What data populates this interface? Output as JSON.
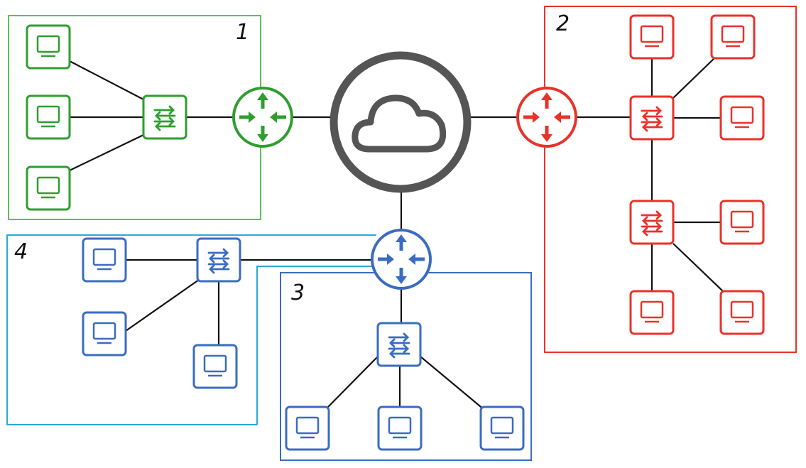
{
  "colors": {
    "zone1": "#2e9e2e",
    "zone1_frame": "#5cbf5c",
    "zone2": "#e8322a",
    "zone3": "#3a6cc0",
    "zone4_frame": "#29a9d8",
    "cloud": "#555555",
    "link": "#111111"
  },
  "zones": [
    {
      "id": "zone-1",
      "label": "1"
    },
    {
      "id": "zone-2",
      "label": "2"
    },
    {
      "id": "zone-3",
      "label": "3"
    },
    {
      "id": "zone-4",
      "label": "4"
    }
  ],
  "icons": {
    "cloud": "cloud-icon",
    "router": "router-icon",
    "switch": "switch-icon",
    "computer": "computer-icon"
  }
}
